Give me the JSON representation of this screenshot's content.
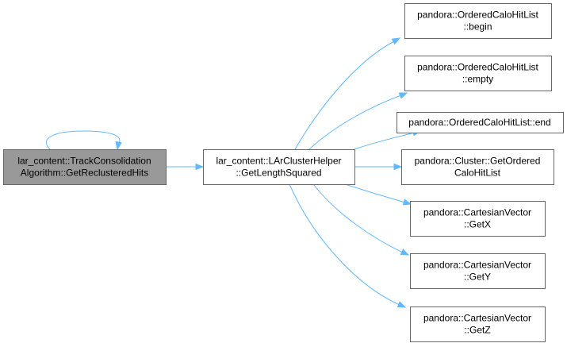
{
  "diagram": {
    "edge_color": "#63b8ff",
    "root_fill": "#999999",
    "node_fill": "#ffffff",
    "nodes": [
      {
        "id": "root",
        "lines": [
          "lar_content::TrackConsolidation",
          "Algorithm::GetReclusteredHits"
        ]
      },
      {
        "id": "mid",
        "lines": [
          "lar_content::LArClusterHelper",
          "::GetLengthSquared"
        ]
      },
      {
        "id": "begin",
        "lines": [
          "pandora::OrderedCaloHitList",
          "::begin"
        ]
      },
      {
        "id": "empty",
        "lines": [
          "pandora::OrderedCaloHitList",
          "::empty"
        ]
      },
      {
        "id": "end",
        "lines": [
          "pandora::OrderedCaloHitList::end"
        ]
      },
      {
        "id": "getordered",
        "lines": [
          "pandora::Cluster::GetOrdered",
          "CaloHitList"
        ]
      },
      {
        "id": "getx",
        "lines": [
          "pandora::CartesianVector",
          "::GetX"
        ]
      },
      {
        "id": "gety",
        "lines": [
          "pandora::CartesianVector",
          "::GetY"
        ]
      },
      {
        "id": "getz",
        "lines": [
          "pandora::CartesianVector",
          "::GetZ"
        ]
      }
    ],
    "edges": [
      {
        "from": "root",
        "to": "root"
      },
      {
        "from": "root",
        "to": "mid"
      },
      {
        "from": "mid",
        "to": "begin"
      },
      {
        "from": "mid",
        "to": "empty"
      },
      {
        "from": "mid",
        "to": "end"
      },
      {
        "from": "mid",
        "to": "getordered"
      },
      {
        "from": "mid",
        "to": "getx"
      },
      {
        "from": "mid",
        "to": "gety"
      },
      {
        "from": "mid",
        "to": "getz"
      }
    ]
  }
}
